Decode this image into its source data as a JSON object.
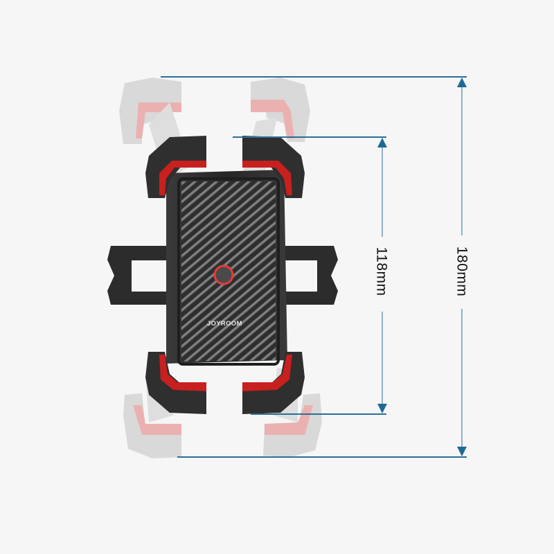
{
  "product": {
    "brand_logo": "JOYROOM",
    "description": "Bicycle phone holder with four clamping arms shown in closed and extended positions",
    "colors": {
      "body": "#2b2b2b",
      "accent": "#d42a2a",
      "ghost_body": "#d0d0d0",
      "ghost_accent": "#e8a3a3",
      "button_ring": "#e83a3a"
    }
  },
  "dimensions": {
    "inner": {
      "label": "118mm",
      "value": 118,
      "unit": "mm"
    },
    "outer": {
      "label": "180mm",
      "value": 180,
      "unit": "mm"
    },
    "line_color": "#2a6f96",
    "arrow_color": "#1e6a94"
  },
  "background": "#f6f6f6"
}
